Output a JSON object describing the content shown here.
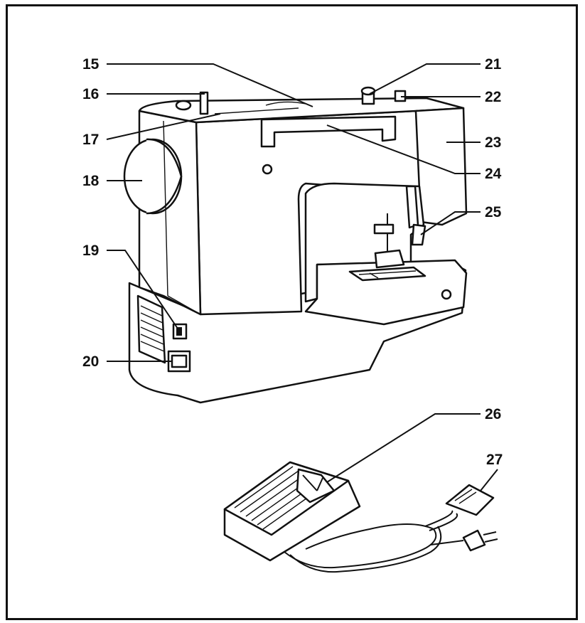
{
  "labels": {
    "l15": "15",
    "l16": "16",
    "l17": "17",
    "l18": "18",
    "l19": "19",
    "l20": "20",
    "l21": "21",
    "l22": "22",
    "l23": "23",
    "l24": "24",
    "l25": "25",
    "l26": "26",
    "l27": "27"
  }
}
